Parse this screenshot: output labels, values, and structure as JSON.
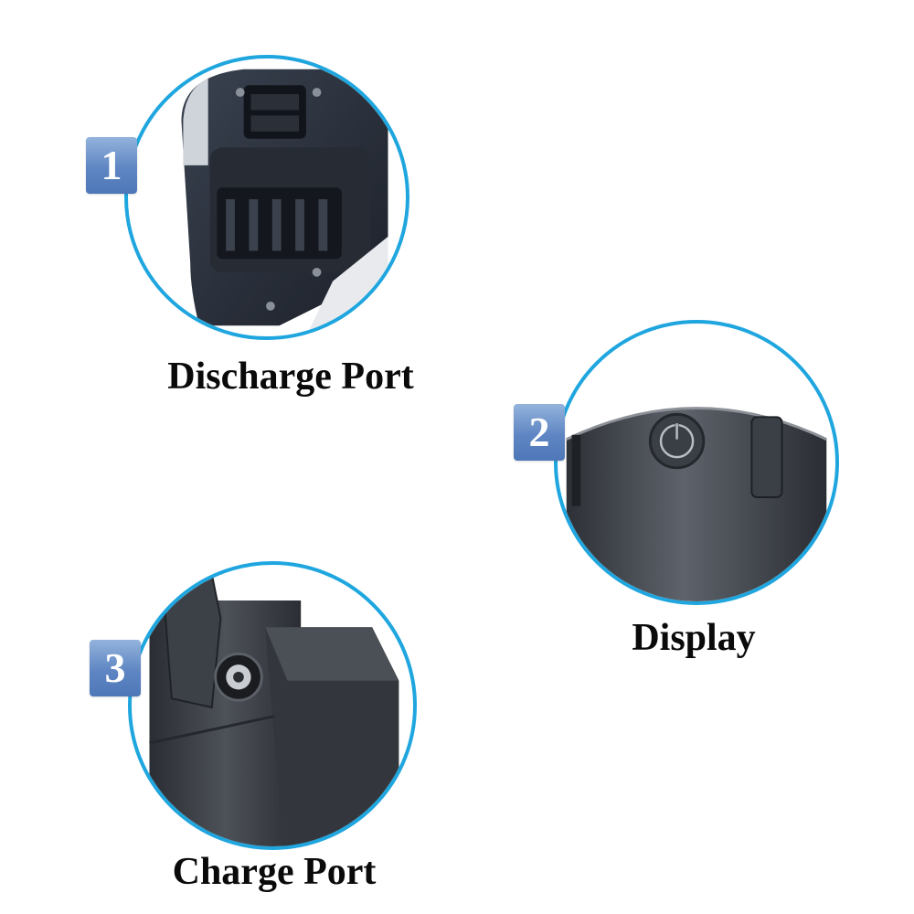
{
  "colors": {
    "ring": "#1fa6df",
    "badge": "#5f86c3",
    "badge_text": "#ffffff",
    "caption": "#0a0a0a"
  },
  "panels": [
    {
      "number": "1",
      "caption": "Discharge Port",
      "icon": "discharge-port-photo"
    },
    {
      "number": "2",
      "caption": "Display",
      "icon": "display-power-button-photo"
    },
    {
      "number": "3",
      "caption": "Charge Port",
      "icon": "charge-port-photo"
    }
  ]
}
